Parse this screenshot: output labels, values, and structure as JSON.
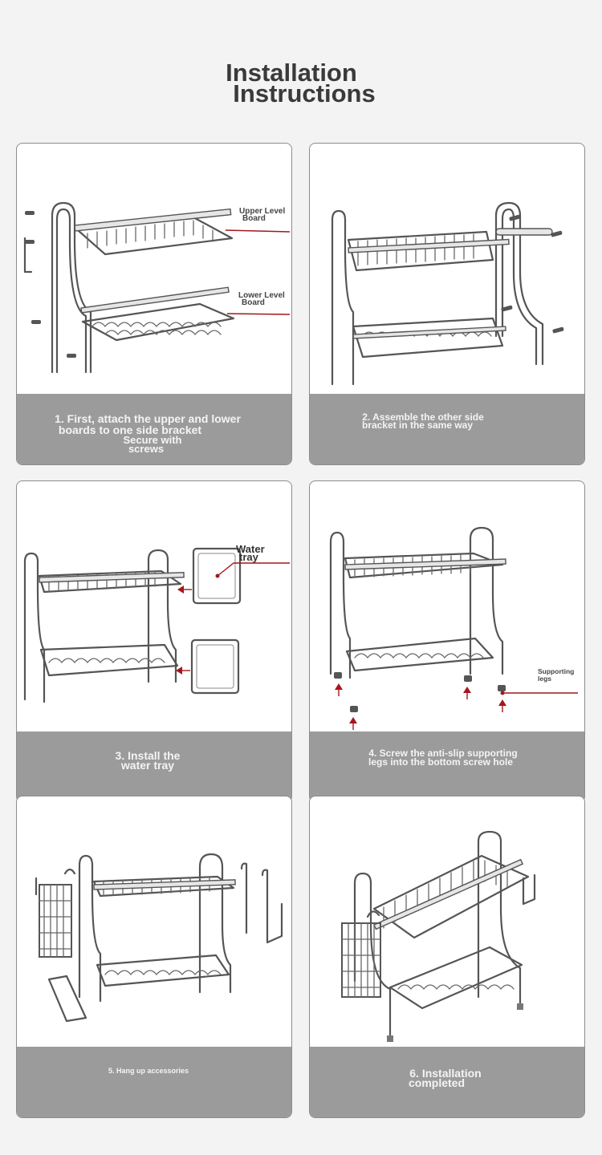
{
  "title": {
    "line1": "Installation",
    "line2": "Instructions"
  },
  "steps": [
    {
      "caption": [
        "1. First, attach the upper and lower",
        "boards to one side bracket",
        "Secure with",
        "screws"
      ],
      "callouts": {
        "upper": [
          "Upper Level",
          "Board"
        ],
        "lower": [
          "Lower Level",
          "Board"
        ]
      }
    },
    {
      "caption": [
        "2. Assemble the other side",
        "bracket in the same way"
      ]
    },
    {
      "caption": [
        "3. Install the",
        "water tray"
      ],
      "callouts": {
        "tray": [
          "Water",
          "tray"
        ]
      }
    },
    {
      "caption": [
        "4. Screw the anti-slip supporting",
        "legs into the bottom screw hole"
      ],
      "callouts": {
        "legs": [
          "Supporting",
          "legs"
        ]
      }
    },
    {
      "caption": [
        "5. Hang up accessories"
      ]
    },
    {
      "caption": [
        "6. Installation",
        "completed"
      ]
    }
  ],
  "colors": {
    "accent_red": "#a3171c",
    "caption_bg": "#9b9b9b",
    "card_border": "#8c8c8c"
  }
}
